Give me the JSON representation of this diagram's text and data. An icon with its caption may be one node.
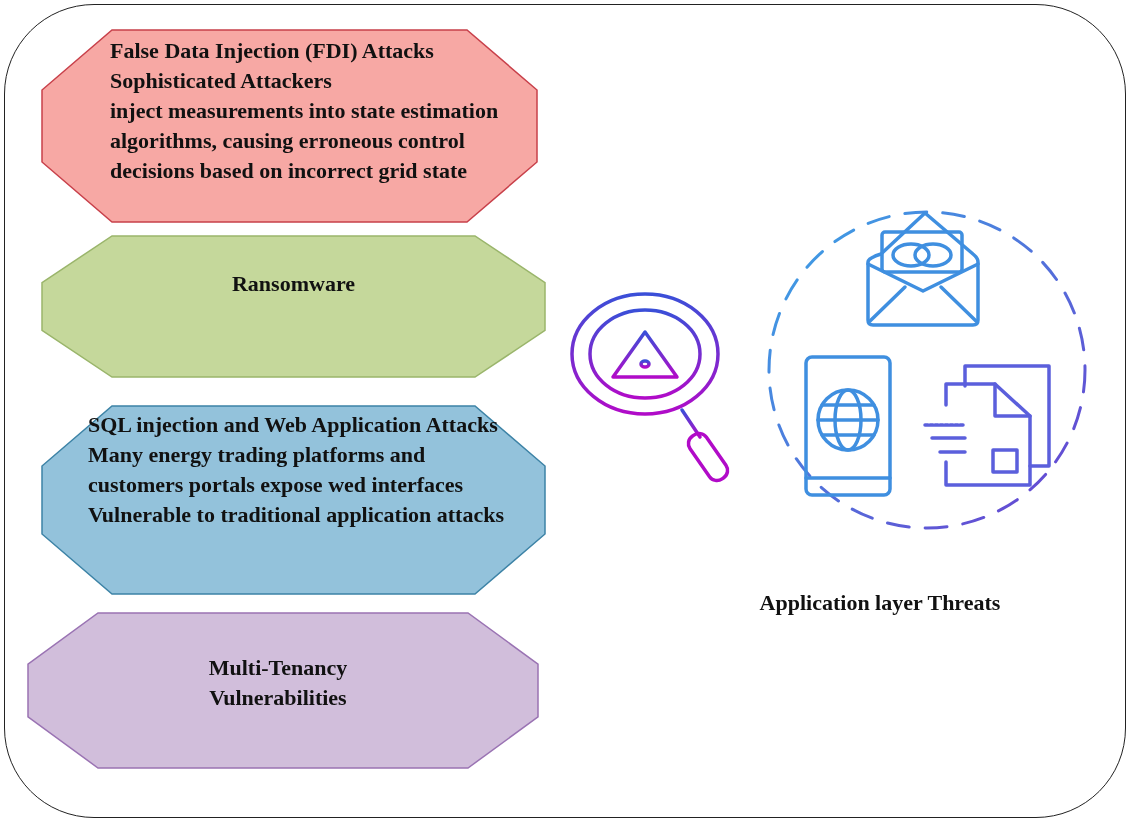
{
  "diagram": {
    "nodes": [
      {
        "text": [
          "False Data Injection (FDI) Attacks",
          "Sophisticated Attackers",
          "inject  measurements into state estimation algorithms, causing erroneous control decisions based on incorrect grid state"
        ]
      },
      {
        "text": [
          "Ransomware"
        ]
      },
      {
        "text": [
          "SQL injection and Web Application Attacks",
          "Many energy trading platforms and customers portals expose wed interfaces Vulnerable to traditional application attacks"
        ]
      },
      {
        "text": [
          "Multi-Tenancy Vulnerabilities"
        ]
      }
    ],
    "labels": [
      "Application layer Threats"
    ]
  }
}
